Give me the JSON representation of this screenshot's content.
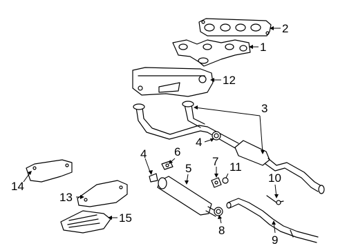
{
  "diagram": {
    "callouts": [
      {
        "id": "c1",
        "label": "1"
      },
      {
        "id": "c2",
        "label": "2"
      },
      {
        "id": "c3",
        "label": "3"
      },
      {
        "id": "c3b",
        "label": "4"
      },
      {
        "id": "c4",
        "label": "4"
      },
      {
        "id": "c5",
        "label": "5"
      },
      {
        "id": "c6",
        "label": "6"
      },
      {
        "id": "c7",
        "label": "7"
      },
      {
        "id": "c8",
        "label": "8"
      },
      {
        "id": "c9",
        "label": "9"
      },
      {
        "id": "c10",
        "label": "10"
      },
      {
        "id": "c11",
        "label": "11"
      },
      {
        "id": "c12",
        "label": "12"
      },
      {
        "id": "c13",
        "label": "13"
      },
      {
        "id": "c14",
        "label": "14"
      },
      {
        "id": "c15",
        "label": "15"
      }
    ]
  }
}
